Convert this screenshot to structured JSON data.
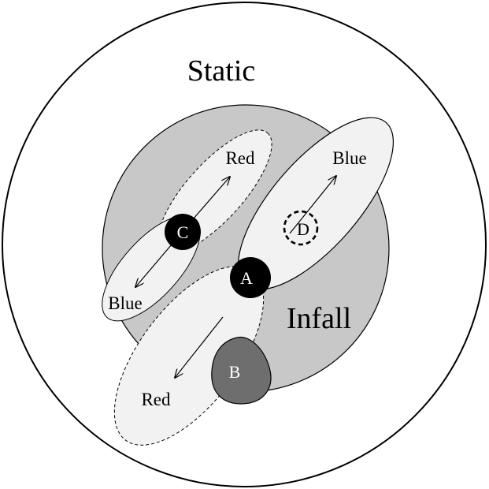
{
  "labels": {
    "static": "Static",
    "infall": "Infall"
  },
  "lobes": {
    "c_red": "Red",
    "c_blue": "Blue",
    "a_blue": "Blue",
    "a_red": "Red"
  },
  "nodes": {
    "a": "A",
    "b": "B",
    "c": "C",
    "d": "D"
  },
  "colors": {
    "background": "#ffffff",
    "outline": "#000000",
    "infall_region": "#c8c8c8",
    "lobe_fill": "#f2f2f2",
    "node_dark": "#000000",
    "node_b": "#6e6e6e"
  }
}
